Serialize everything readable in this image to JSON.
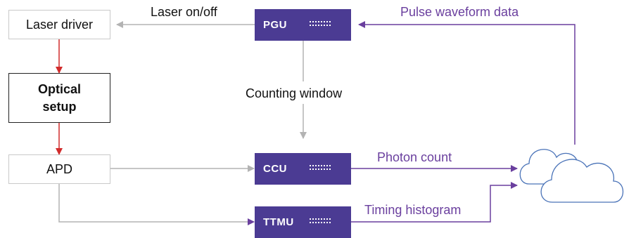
{
  "blocks": {
    "laser_driver": "Laser driver",
    "optical_setup_line1": "Optical",
    "optical_setup_line2": "setup",
    "apd": "APD"
  },
  "units": {
    "pgu": "PGU",
    "ccu": "CCU",
    "ttmu": "TTMU"
  },
  "signals": {
    "laser_on_off": "Laser on/off",
    "counting_window": "Counting window",
    "pulse_waveform_data": "Pulse waveform data",
    "photon_count": "Photon count",
    "timing_histogram": "Timing histogram"
  },
  "colors": {
    "unit_fill": "#4b3b93",
    "purple_line": "#6a3f9e",
    "gray_line": "#b3b3b3",
    "red_line": "#d12b2b",
    "cloud_stroke": "#4a73b8"
  }
}
